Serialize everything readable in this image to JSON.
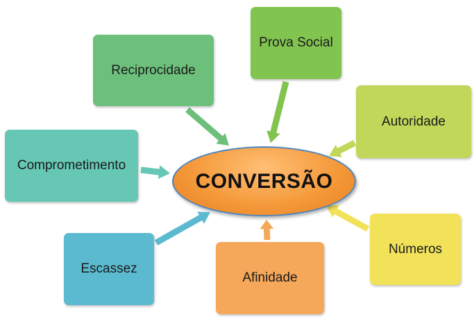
{
  "center": {
    "label": "CONVERSÃO",
    "color": "#f59a3c",
    "border": "#4a85c0"
  },
  "nodes": [
    {
      "id": "reciprocidade",
      "label": "Reciprocidade",
      "color": "#6cc07c"
    },
    {
      "id": "prova-social",
      "label": "Prova Social",
      "color": "#82c450"
    },
    {
      "id": "autoridade",
      "label": "Autoridade",
      "color": "#c0d75a"
    },
    {
      "id": "comprometimento",
      "label": "Comprometimento",
      "color": "#66c8b4"
    },
    {
      "id": "numeros",
      "label": "Números",
      "color": "#f1e25a"
    },
    {
      "id": "escassez",
      "label": "Escassez",
      "color": "#5bbad0"
    },
    {
      "id": "afinidade",
      "label": "Afinidade",
      "color": "#f5a75a"
    }
  ]
}
